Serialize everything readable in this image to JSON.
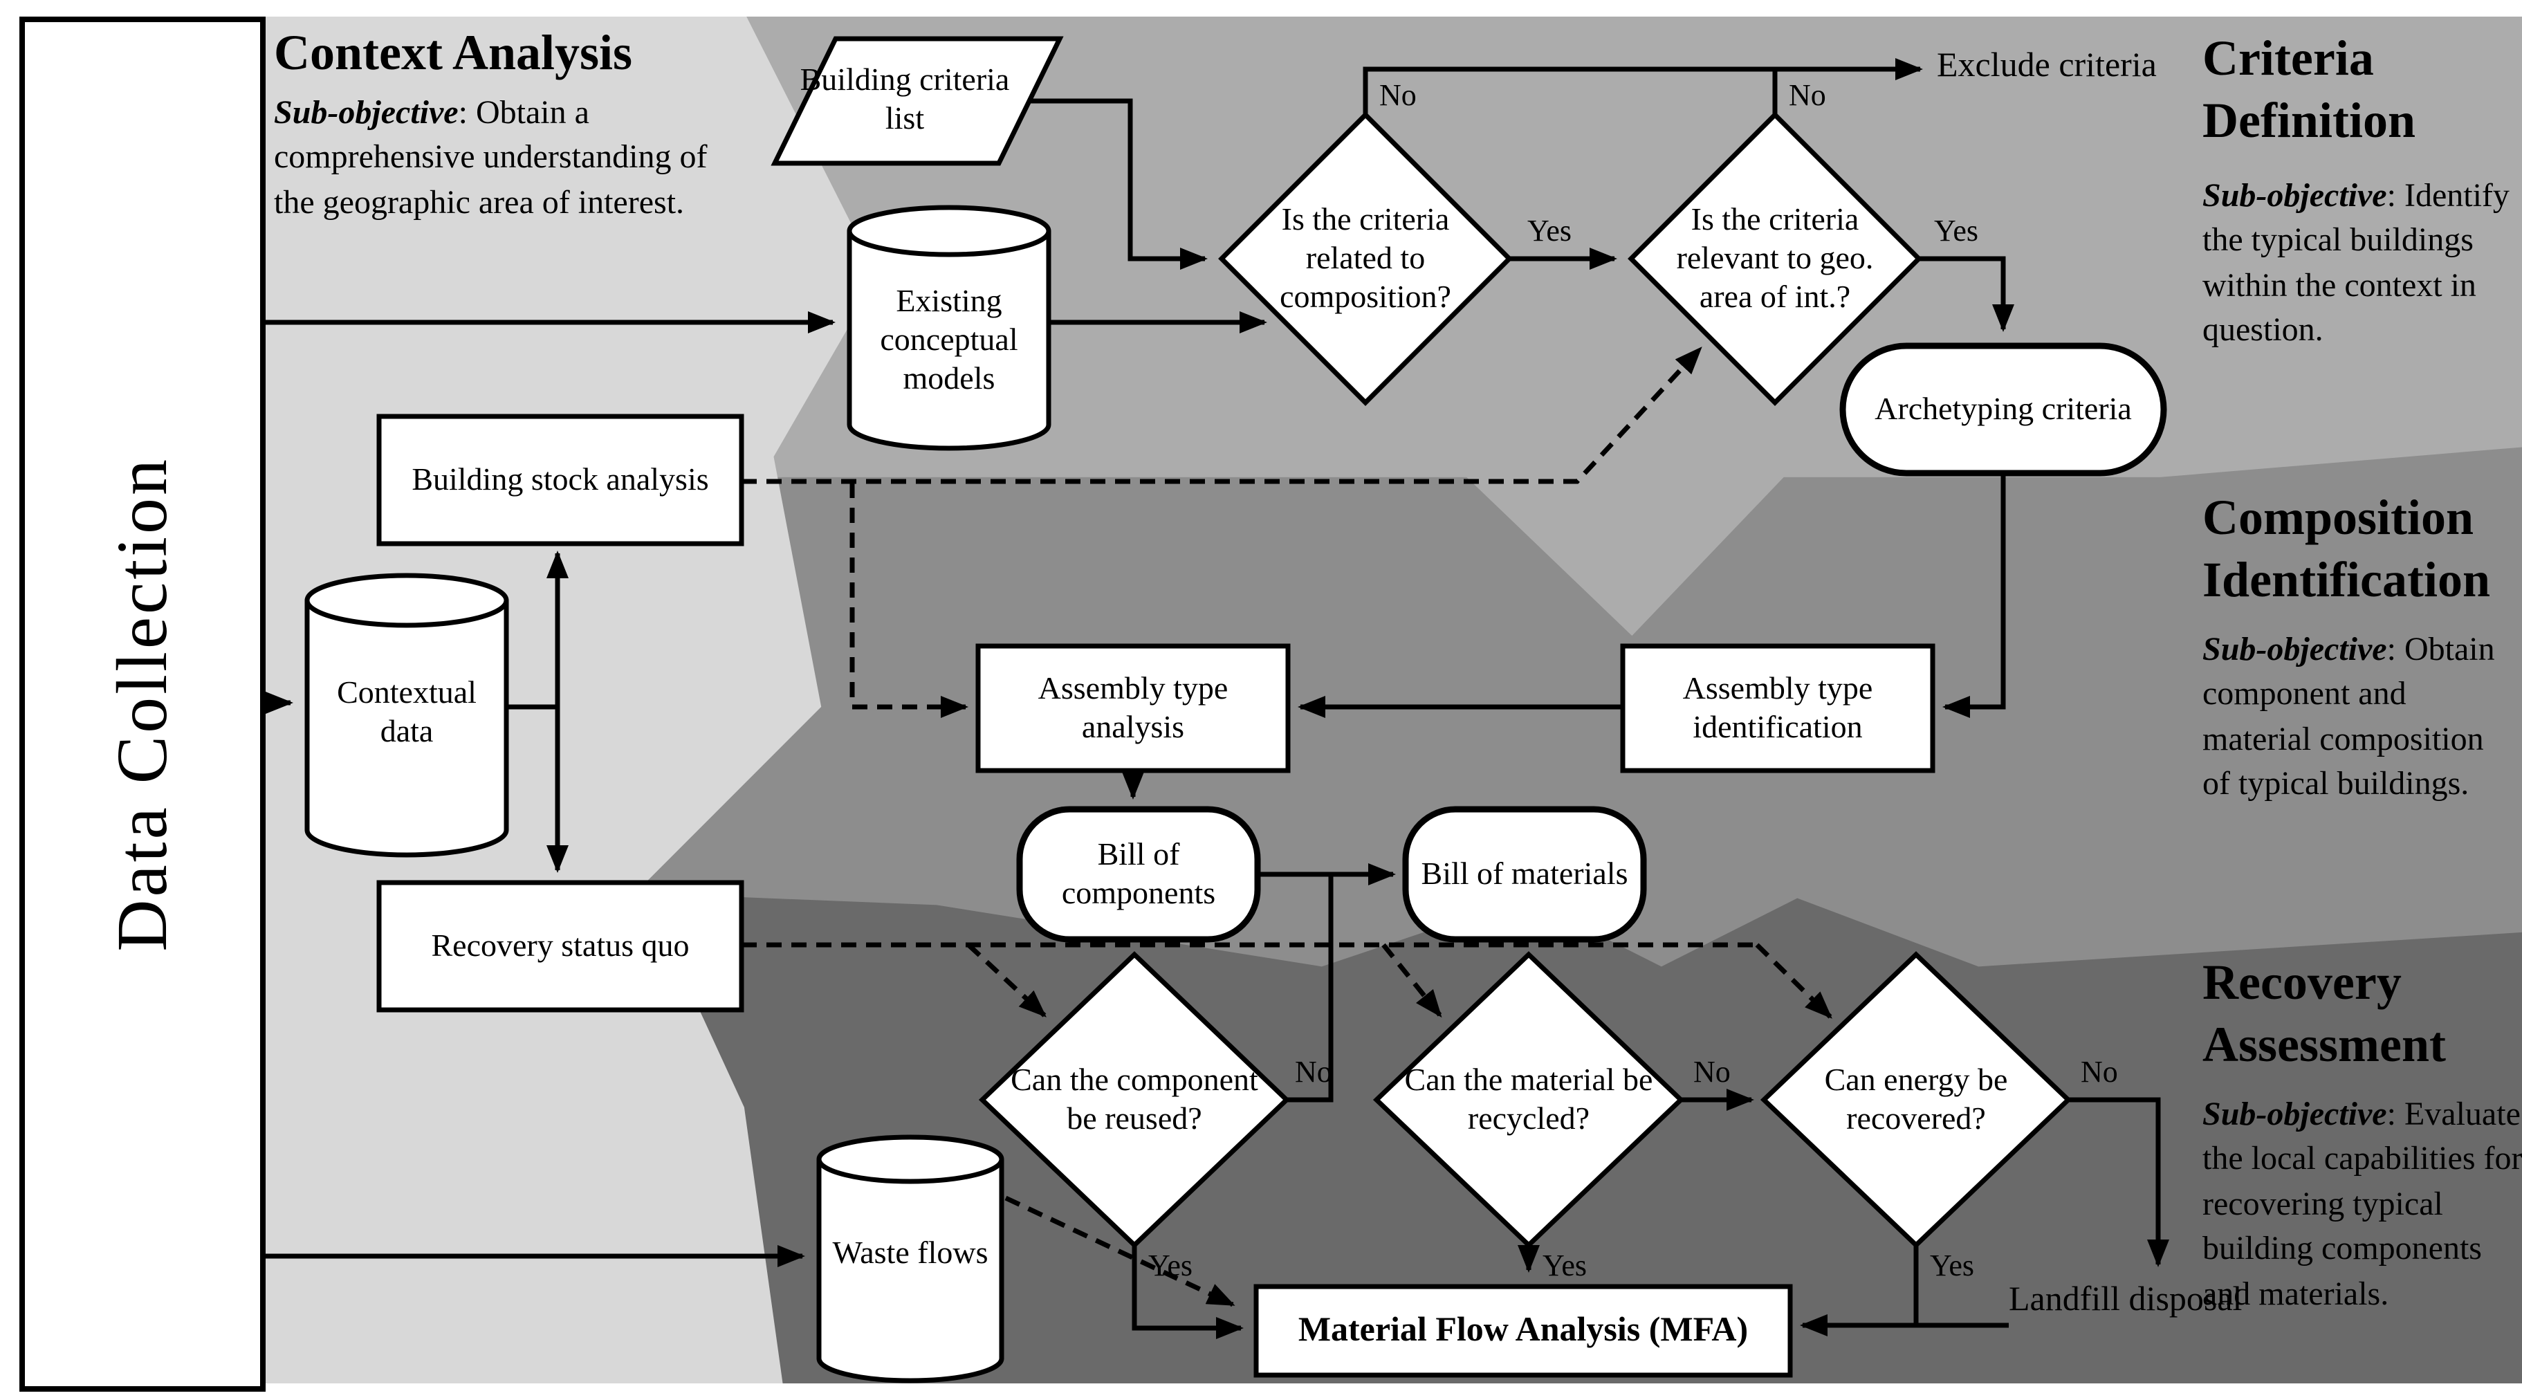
{
  "sidebar": {
    "label": "Data Collection"
  },
  "sections": {
    "context": {
      "title": "Context Analysis",
      "sub_label": "Sub-objective",
      "sub_text": ": Obtain a comprehensive understanding of the geographic area of interest."
    },
    "criteria": {
      "title": "Criteria Definition",
      "sub_label": "Sub-objective",
      "sub_text": ": Identify the typical buildings within the context in question."
    },
    "composition": {
      "title": "Composition Identification",
      "sub_label": "Sub-objective",
      "sub_text": ": Obtain component and material composition of typical buildings."
    },
    "recovery": {
      "title": "Recovery Assessment",
      "sub_label": "Sub-objective",
      "sub_text": ": Evaluate the local capabilities for recovering typical building components and materials."
    }
  },
  "nodes": {
    "building_criteria_list": "Building criteria list",
    "existing_conceptual_models": "Existing conceptual models",
    "building_stock_analysis": "Building stock analysis",
    "contextual_data": "Contextual data",
    "recovery_status_quo": "Recovery status quo",
    "waste_flows": "Waste flows",
    "decision_related_composition": "Is the criteria related to composition?",
    "decision_relevant_geo": "Is the criteria relevant to geo. area of int.?",
    "archetyping_criteria": "Archetyping criteria",
    "assembly_type_analysis": "Assembly type analysis",
    "assembly_type_identification": "Assembly type identification",
    "bill_of_components": "Bill of components",
    "bill_of_materials": "Bill of materials",
    "decision_component_reused": "Can the component be reused?",
    "decision_material_recycled": "Can the material be recycled?",
    "decision_energy_recovered": "Can energy be recovered?",
    "mfa": "Material Flow Analysis (MFA)",
    "exclude_criteria": "Exclude criteria",
    "landfill_disposal": "Landfill disposal"
  },
  "edge_labels": {
    "yes": "Yes",
    "no": "No"
  },
  "colors": {
    "context_zone": "#d8d8d8",
    "criteria_zone": "#acacac",
    "composition_zone": "#8d8d8d",
    "recovery_zone": "#6a6a6a",
    "node_fill": "#ffffff",
    "line": "#000000"
  }
}
